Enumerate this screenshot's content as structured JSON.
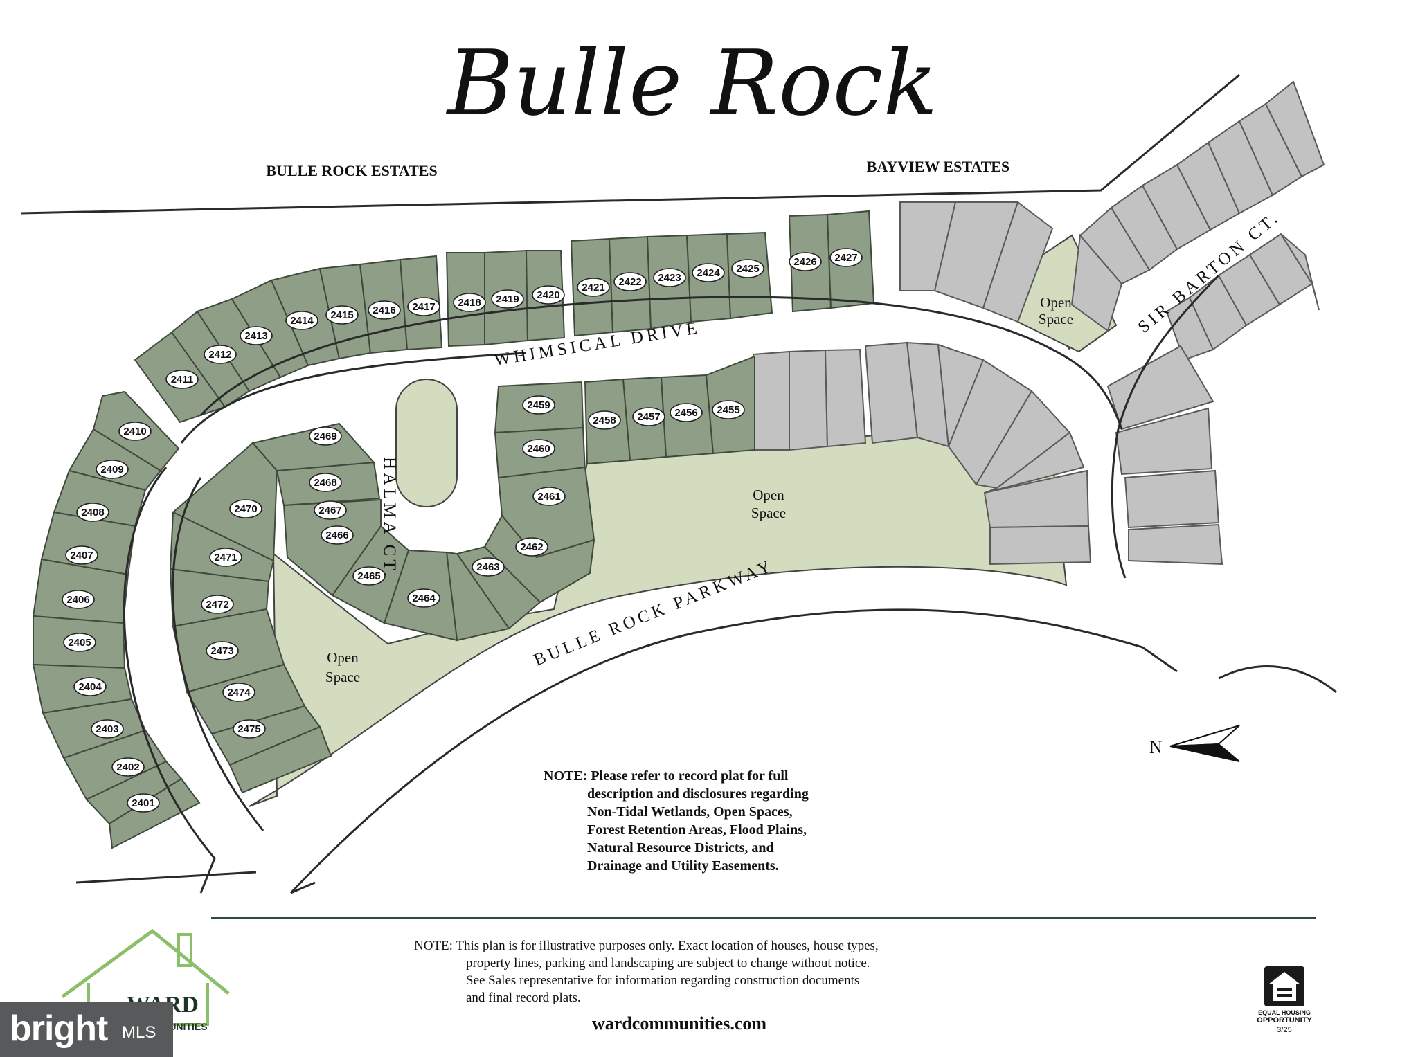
{
  "title": "Bulle Rock",
  "neighbors": {
    "left": "BULLE ROCK ESTATES",
    "right": "BAYVIEW ESTATES"
  },
  "streets": {
    "whimsical": "WHIMSICAL DRIVE",
    "halma": "HALMA CT.",
    "parkway": "BULLE ROCK PARKWAY",
    "sir_barton": "SIR BARTON CT."
  },
  "open_space": {
    "line1": "Open",
    "line2": "Space"
  },
  "lots": {
    "west_strip": [
      "2410",
      "2409",
      "2408",
      "2407",
      "2406",
      "2405",
      "2404",
      "2403",
      "2402",
      "2401"
    ],
    "north_row": [
      "2411",
      "2412",
      "2413",
      "2414",
      "2415",
      "2416",
      "2417",
      "2418",
      "2419",
      "2420",
      "2421",
      "2422",
      "2423",
      "2424",
      "2425",
      "2426",
      "2427"
    ],
    "inner_loop": [
      "2459",
      "2460",
      "2461",
      "2462",
      "2463",
      "2464",
      "2465",
      "2466",
      "2467",
      "2468",
      "2469",
      "2470",
      "2471",
      "2472",
      "2473",
      "2474",
      "2475"
    ],
    "south_row": [
      "2458",
      "2457",
      "2456",
      "2455"
    ]
  },
  "colors": {
    "available_lot": "#8f9e87",
    "future_lot": "#c2c2c2",
    "open_space": "#d3dcbf"
  },
  "north_arrow": "N",
  "notes": {
    "plat_note": [
      "NOTE: Please refer to record plat for full",
      "description and disclosures regarding",
      "Non-Tidal Wetlands, Open Spaces,",
      "Forest Retention Areas, Flood Plains,",
      "Natural Resource Districts, and",
      "Drainage and Utility Easements."
    ],
    "plan_note": [
      "NOTE: This plan is for illustrative purposes only. Exact location of houses, house types,",
      "property lines, parking and landscaping are subject to change without notice.",
      "See Sales representative for information regarding construction documents",
      "and final record plats."
    ]
  },
  "website": "wardcommunities.com",
  "logo": {
    "name": "WARD",
    "subtitle": "COMMUNITIES",
    "icon": "house-logo-icon"
  },
  "equal_housing": {
    "line1": "EQUAL HOUSING",
    "line2": "OPPORTUNITY",
    "date": "3/25"
  },
  "watermark": {
    "brand": "bright",
    "suffix": "MLS"
  }
}
